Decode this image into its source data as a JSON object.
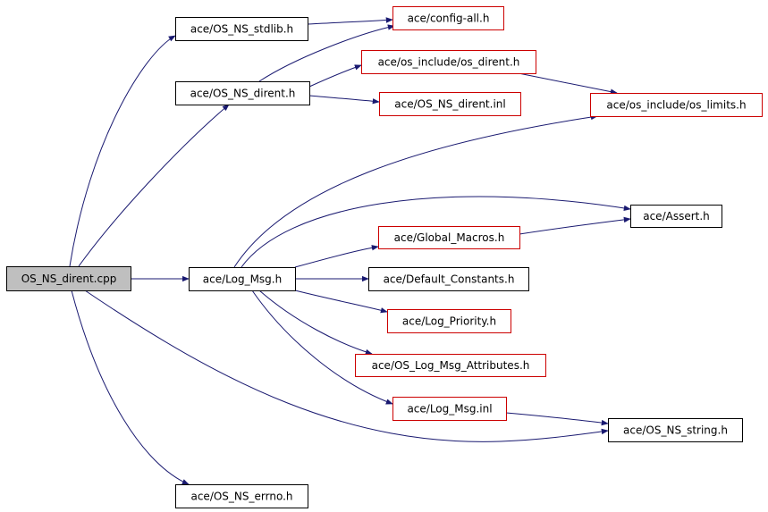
{
  "colors": {
    "root_fill": "#bfbfbf",
    "black_border": "#000000",
    "red_border": "#cc0000",
    "edge": "#191970",
    "node_fill": "#ffffff"
  },
  "nodes": [
    {
      "id": "root",
      "label": "OS_NS_dirent.cpp",
      "style": "root"
    },
    {
      "id": "stdlib",
      "label": "ace/OS_NS_stdlib.h",
      "style": "black"
    },
    {
      "id": "config",
      "label": "ace/config-all.h",
      "style": "red"
    },
    {
      "id": "dirent_h",
      "label": "ace/OS_NS_dirent.h",
      "style": "black"
    },
    {
      "id": "os_dirent",
      "label": "ace/os_include/os_dirent.h",
      "style": "red"
    },
    {
      "id": "dirent_inl",
      "label": "ace/OS_NS_dirent.inl",
      "style": "red"
    },
    {
      "id": "os_limits",
      "label": "ace/os_include/os_limits.h",
      "style": "red"
    },
    {
      "id": "assert",
      "label": "ace/Assert.h",
      "style": "black"
    },
    {
      "id": "global_macros",
      "label": "ace/Global_Macros.h",
      "style": "red"
    },
    {
      "id": "log_msg_h",
      "label": "ace/Log_Msg.h",
      "style": "black"
    },
    {
      "id": "default_consts",
      "label": "ace/Default_Constants.h",
      "style": "black"
    },
    {
      "id": "log_priority",
      "label": "ace/Log_Priority.h",
      "style": "red"
    },
    {
      "id": "os_log_attr",
      "label": "ace/OS_Log_Msg_Attributes.h",
      "style": "red"
    },
    {
      "id": "log_msg_inl",
      "label": "ace/Log_Msg.inl",
      "style": "red"
    },
    {
      "id": "ns_string",
      "label": "ace/OS_NS_string.h",
      "style": "black"
    },
    {
      "id": "ns_errno",
      "label": "ace/OS_NS_errno.h",
      "style": "black"
    }
  ],
  "edges": [
    {
      "from": "root",
      "to": "stdlib"
    },
    {
      "from": "root",
      "to": "dirent_h"
    },
    {
      "from": "root",
      "to": "log_msg_h"
    },
    {
      "from": "root",
      "to": "ns_string"
    },
    {
      "from": "root",
      "to": "ns_errno"
    },
    {
      "from": "stdlib",
      "to": "config"
    },
    {
      "from": "dirent_h",
      "to": "config"
    },
    {
      "from": "dirent_h",
      "to": "os_dirent"
    },
    {
      "from": "dirent_h",
      "to": "dirent_inl"
    },
    {
      "from": "os_dirent",
      "to": "os_limits"
    },
    {
      "from": "log_msg_h",
      "to": "os_limits"
    },
    {
      "from": "log_msg_h",
      "to": "assert"
    },
    {
      "from": "log_msg_h",
      "to": "global_macros"
    },
    {
      "from": "log_msg_h",
      "to": "default_consts"
    },
    {
      "from": "log_msg_h",
      "to": "log_priority"
    },
    {
      "from": "log_msg_h",
      "to": "os_log_attr"
    },
    {
      "from": "log_msg_h",
      "to": "log_msg_inl"
    },
    {
      "from": "global_macros",
      "to": "assert"
    },
    {
      "from": "log_msg_inl",
      "to": "ns_string"
    }
  ]
}
